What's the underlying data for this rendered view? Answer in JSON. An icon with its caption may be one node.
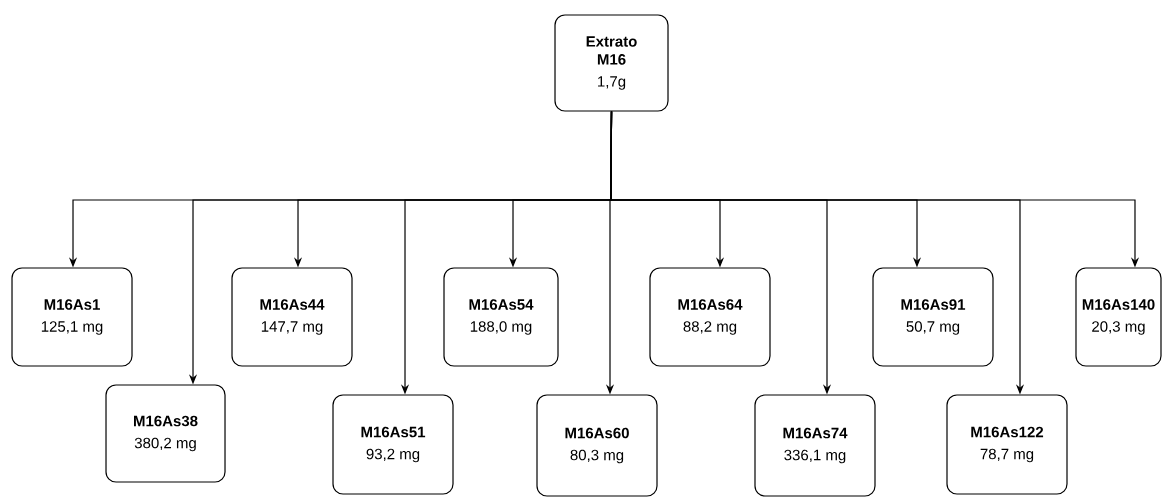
{
  "diagram": {
    "nodes": [
      {
        "text": [
          "Extrato M16",
          "1,7g"
        ]
      },
      {
        "text": [
          "M16As1",
          "125,1 mg"
        ]
      },
      {
        "text": [
          "M16As38",
          "380,2 mg"
        ]
      },
      {
        "text": [
          "M16As44",
          "147,7 mg"
        ]
      },
      {
        "text": [
          "M16As51",
          "93,2 mg"
        ]
      },
      {
        "text": [
          "M16As54",
          "188,0 mg"
        ]
      },
      {
        "text": [
          "M16As60",
          "80,3 mg"
        ]
      },
      {
        "text": [
          "M16As64",
          "88,2 mg"
        ]
      },
      {
        "text": [
          "M16As74",
          "336,1 mg"
        ]
      },
      {
        "text": [
          "M16As91",
          "50,7 mg"
        ]
      },
      {
        "text": [
          "M16As122",
          "78,7 mg"
        ]
      },
      {
        "text": [
          "M16As140",
          "20,3 mg"
        ]
      }
    ],
    "edges": [
      {
        "from": 0,
        "to": 1,
        "arrow": "to"
      },
      {
        "from": 0,
        "to": 2,
        "arrow": "to"
      },
      {
        "from": 0,
        "to": 3,
        "arrow": "to"
      },
      {
        "from": 0,
        "to": 4,
        "arrow": "to"
      },
      {
        "from": 0,
        "to": 5,
        "arrow": "to"
      },
      {
        "from": 0,
        "to": 6,
        "arrow": "to"
      },
      {
        "from": 0,
        "to": 7,
        "arrow": "to"
      },
      {
        "from": 0,
        "to": 8,
        "arrow": "to"
      },
      {
        "from": 0,
        "to": 9,
        "arrow": "to"
      },
      {
        "from": 0,
        "to": 10,
        "arrow": "to"
      },
      {
        "from": 0,
        "to": 11,
        "arrow": "to"
      }
    ]
  }
}
